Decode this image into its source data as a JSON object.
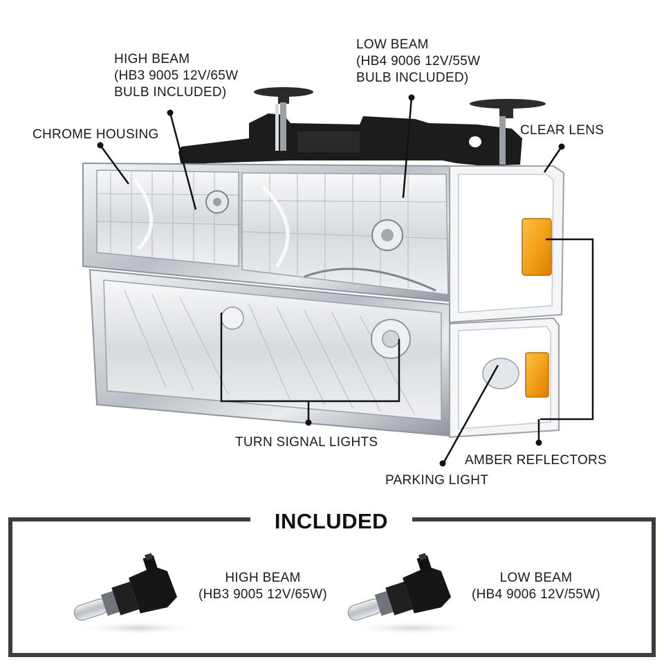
{
  "callouts": {
    "high_beam": {
      "line1": "HIGH BEAM",
      "line2": "(HB3 9005 12V/65W",
      "line3": "BULB INCLUDED)"
    },
    "low_beam": {
      "line1": "LOW BEAM",
      "line2": "(HB4 9006 12V/55W",
      "line3": "BULB INCLUDED)"
    },
    "chrome_housing": "CHROME HOUSING",
    "clear_lens": "CLEAR LENS",
    "turn_signal_lights": "TURN SIGNAL LIGHTS",
    "amber_reflectors": "AMBER REFLECTORS",
    "parking_light": "PARKING LIGHT"
  },
  "included": {
    "title": "INCLUDED",
    "bulbs": [
      {
        "name": "HIGH BEAM",
        "spec": "(HB3 9005 12V/65W)"
      },
      {
        "name": "LOW BEAM",
        "spec": "(HB4 9006 12V/55W)"
      }
    ]
  },
  "colors": {
    "amber": "#f2a11a",
    "frame": "#3a3d3f",
    "chrome": "#c9ced3",
    "bracket": "#1c1c1c"
  }
}
